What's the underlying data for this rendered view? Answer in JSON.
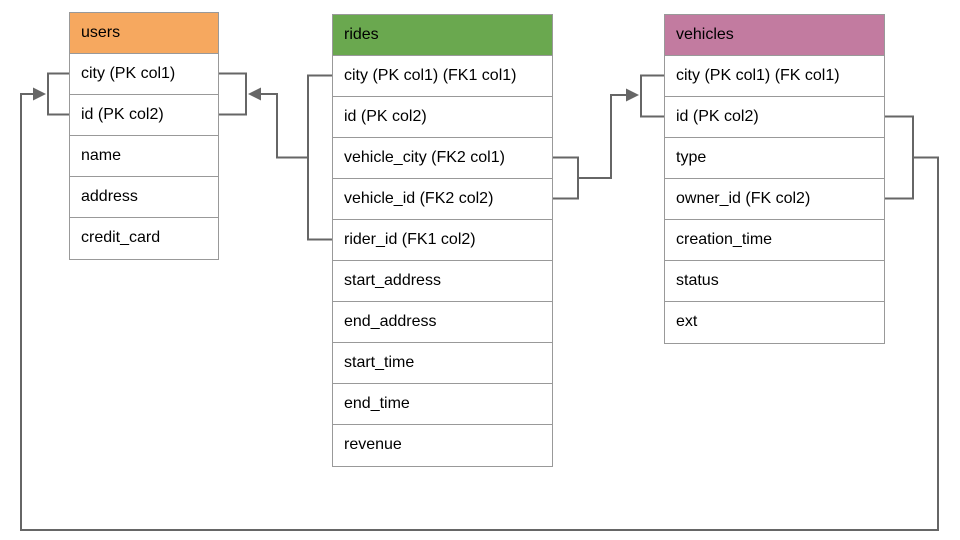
{
  "diagram": {
    "kind": "database-schema-er-diagram",
    "background_color": "#ffffff",
    "line_color": "#666666",
    "tables": [
      {
        "name": "users",
        "header_color": "#F6A85F",
        "columns": [
          "city (PK col1)",
          "id (PK col2)",
          "name",
          "address",
          "credit_card"
        ]
      },
      {
        "name": "rides",
        "header_color": "#6AA84F",
        "columns": [
          "city (PK col1) (FK1 col1)",
          "id (PK col2)",
          "vehicle_city (FK2 col1)",
          "vehicle_id (FK2 col2)",
          "rider_id (FK1 col2)",
          "start_address",
          "end_address",
          "start_time",
          "end_time",
          "revenue"
        ]
      },
      {
        "name": "vehicles",
        "header_color": "#C27BA0",
        "columns": [
          "city (PK col1) (FK col1)",
          "id (PK col2)",
          "type",
          "owner_id (FK col2)",
          "creation_time",
          "status",
          "ext"
        ]
      }
    ],
    "relationships": [
      {
        "label": "FK1",
        "from": "rides(city, rider_id)",
        "to": "users(city, id)"
      },
      {
        "label": "FK2",
        "from": "rides(vehicle_city, vehicle_id)",
        "to": "vehicles(city, id)"
      },
      {
        "label": "FK",
        "from": "vehicles(id, owner_id)",
        "to": "users(city, id)"
      }
    ]
  }
}
